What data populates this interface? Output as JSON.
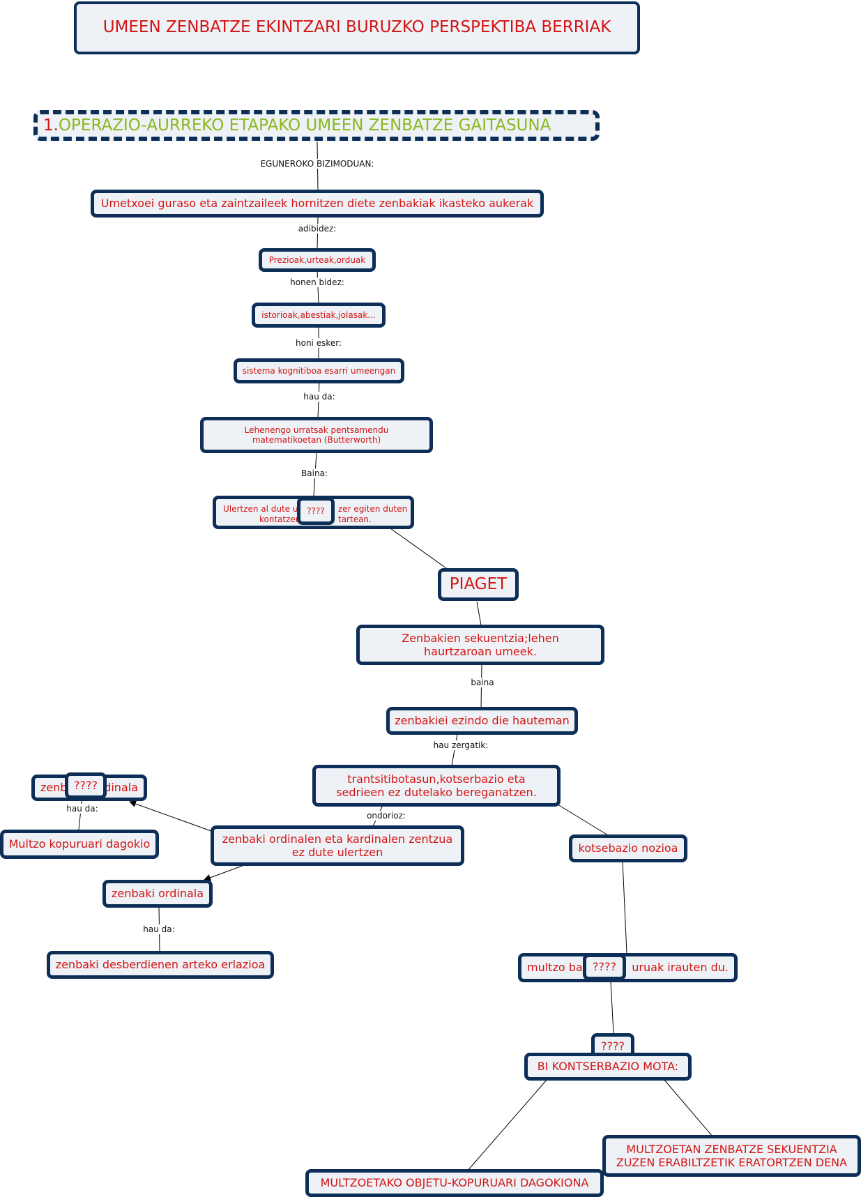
{
  "title": "UMEEN ZENBATZE EKINTZARI BURUZKO PERSPEKTIBA BERRIAK",
  "section": {
    "number": "1.",
    "heading": "OPERAZIO-AURREKO ETAPAKO UMEEN ZENBATZE GAITASUNA"
  },
  "nodes": {
    "umetxoei": "Umetxoei guraso eta zaintzaileek hornitzen diete zenbakiak ikasteko aukerak",
    "prezioak": "Prezioak,urteak,orduak",
    "istorioak": "istorioak,abestiak,jolasak...",
    "sistema": "sistema kognitiboa esarri umeengan",
    "lehenengo": "Lehenengo urratsak pentsamendu matematikoetan (Butterworth)",
    "ulertzen_a": "Ulertzen al dute u",
    "ulertzen_b": "zer egiten duten",
    "ulertzen_c": "kontatzen",
    "ulertzen_d": "tartean.",
    "piaget": "PIAGET",
    "sekuentzia": "Zenbakien sekuentzia;lehen haurtzaroan umeek.",
    "ezindo": "zenbakiei ezindo die hauteman",
    "trantsitibo": "trantsitibotasun,kotserbazio eta sedrieen ez dutelako bereganatzen.",
    "kardinala_a": "zenb",
    "kardinala_b": "dinala",
    "multzo_kopuru": "Multzo kopuruari dagokio",
    "ordinal_kardinal": "zenbaki ordinalen eta kardinalen zentzua ez dute ulertzen",
    "ordinala": "zenbaki ordinala",
    "desberdin": "zenbaki desberdienen arteko erlazioa",
    "kotsebazio": "kotsebazio nozioa",
    "irauten_a": "multzo ba",
    "irauten_b": "uruak irauten du.",
    "bi_mota": "BI KONTSERBAZIO MOTA:",
    "sekuentzia_zuzen": "MULTZOETAN ZENBATZE SEKUENTZIA ZUZEN ERABILTZETIK ERATORTZEN DENA",
    "objetu": "MULTZOETAKO OBJETU-KOPURUARI DAGOKIONA",
    "q": "????"
  },
  "links": {
    "egunero": "EGUNEROKO BIZIMODUAN:",
    "adibidez": "adibidez:",
    "honen": "honen bidez:",
    "honi": "honi esker:",
    "hau1": "hau da:",
    "baina_cap": "Baina:",
    "baina": "baina",
    "zergatik": "hau zergatik:",
    "ondorioz": "ondorioz:",
    "hau2": "hau da:",
    "hau3": "hau da:"
  },
  "colors": {
    "border": "#0d2f57",
    "fill": "#eef2f6",
    "text": "#d21414",
    "heading": "#8ab71e",
    "line": "#000000"
  }
}
